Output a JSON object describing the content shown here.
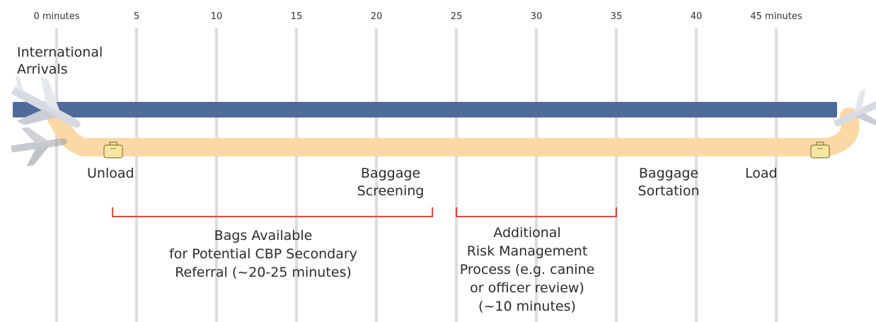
{
  "time_axis": {
    "ticks": [
      {
        "value": 0,
        "label": "0 minutes"
      },
      {
        "value": 5,
        "label": "5"
      },
      {
        "value": 10,
        "label": "10"
      },
      {
        "value": 15,
        "label": "15"
      },
      {
        "value": 20,
        "label": "20"
      },
      {
        "value": 25,
        "label": "25"
      },
      {
        "value": 30,
        "label": "30"
      },
      {
        "value": 35,
        "label": "35"
      },
      {
        "value": 40,
        "label": "40"
      },
      {
        "value": 45,
        "label": "45 minutes"
      }
    ]
  },
  "flight_label": "International\nArrivals",
  "stages": {
    "unload": "Unload",
    "screening": "Baggage\nScreening",
    "sortation": "Baggage\nSortation",
    "load": "Load"
  },
  "brackets": {
    "secondary_referral": {
      "text": "Bags Available\nfor Potential CBP Secondary\nReferral (~20-25 minutes)",
      "start": 3.5,
      "end": 23.5
    },
    "risk_management": {
      "text": "Additional\nRisk Management\nProcess (e.g. canine\nor officer review)\n(~10 minutes)",
      "start": 25,
      "end": 35
    }
  },
  "colors": {
    "flight_bar": "#4f6b9b",
    "baggage_bar": "#fcd8a6",
    "bracket": "#e04a3a",
    "gridline": "#dcdcdc",
    "suitcase": "#f5e7a1"
  },
  "icons": [
    "airplane-icon",
    "suitcase-icon"
  ]
}
